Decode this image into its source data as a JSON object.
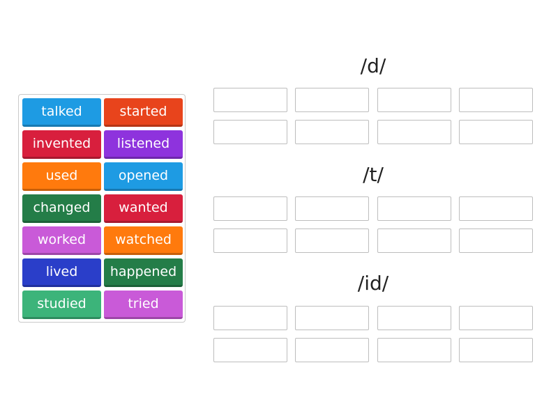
{
  "word_bank": {
    "tiles": [
      {
        "label": "talked",
        "color": "#1e9be3"
      },
      {
        "label": "started",
        "color": "#e8441c"
      },
      {
        "label": "invented",
        "color": "#d81f3d"
      },
      {
        "label": "listened",
        "color": "#8e33dd"
      },
      {
        "label": "used",
        "color": "#ff7a0d"
      },
      {
        "label": "opened",
        "color": "#1e9be3"
      },
      {
        "label": "changed",
        "color": "#247d48"
      },
      {
        "label": "wanted",
        "color": "#d81f3d"
      },
      {
        "label": "worked",
        "color": "#c95ad8"
      },
      {
        "label": "watched",
        "color": "#ff7a0d"
      },
      {
        "label": "lived",
        "color": "#2a3ec9"
      },
      {
        "label": "happened",
        "color": "#247d48"
      },
      {
        "label": "studied",
        "color": "#3cb47a"
      },
      {
        "label": "tried",
        "color": "#c95ad8"
      }
    ]
  },
  "categories": [
    {
      "label": "/d/"
    },
    {
      "label": "/t/"
    },
    {
      "label": "/id/"
    }
  ]
}
